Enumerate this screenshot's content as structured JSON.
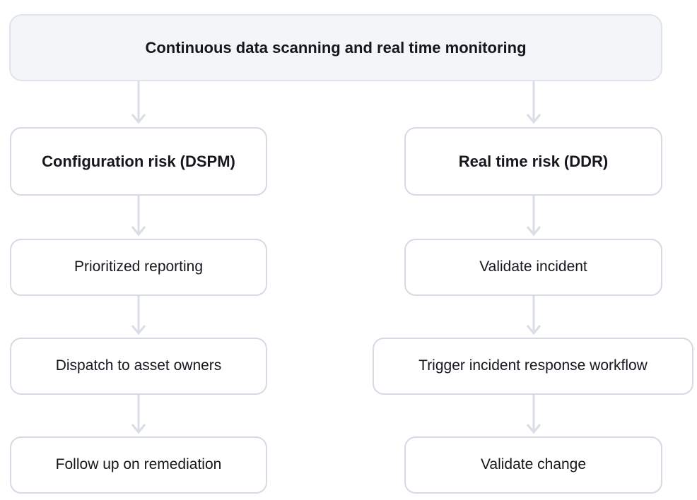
{
  "diagram": {
    "type": "flowchart",
    "title": "Continuous data scanning and real time monitoring",
    "orientation": "top-down",
    "branch_count": 2,
    "colors": {
      "header_fill": "#f4f5f9",
      "node_fill": "#ffffff",
      "node_border": "#d6dae4",
      "arrow": "#d9dde7",
      "text": "#15171c"
    },
    "header": {
      "label": "Continuous data scanning and real time monitoring"
    },
    "branches": [
      {
        "id": "dspm",
        "heading": "Configuration risk (DSPM)",
        "steps": [
          "Prioritized reporting",
          "Dispatch to asset owners",
          "Follow up on remediation"
        ]
      },
      {
        "id": "ddr",
        "heading": "Real time risk (DDR)",
        "steps": [
          "Validate incident",
          "Trigger incident response workflow",
          "Validate change"
        ]
      }
    ],
    "edges": [
      {
        "from": "header",
        "to": "Configuration risk (DSPM)",
        "marker": "arrow-down-icon"
      },
      {
        "from": "header",
        "to": "Real time risk (DDR)",
        "marker": "arrow-down-icon"
      },
      {
        "from": "Configuration risk (DSPM)",
        "to": "Prioritized reporting",
        "marker": "arrow-down-icon"
      },
      {
        "from": "Prioritized reporting",
        "to": "Dispatch to asset owners",
        "marker": "arrow-down-icon"
      },
      {
        "from": "Dispatch to asset owners",
        "to": "Follow up on remediation",
        "marker": "arrow-down-icon"
      },
      {
        "from": "Real time risk (DDR)",
        "to": "Validate incident",
        "marker": "arrow-down-icon"
      },
      {
        "from": "Validate incident",
        "to": "Trigger incident response workflow",
        "marker": "arrow-down-icon"
      },
      {
        "from": "Trigger incident response workflow",
        "to": "Validate change",
        "marker": "arrow-down-icon"
      }
    ]
  }
}
